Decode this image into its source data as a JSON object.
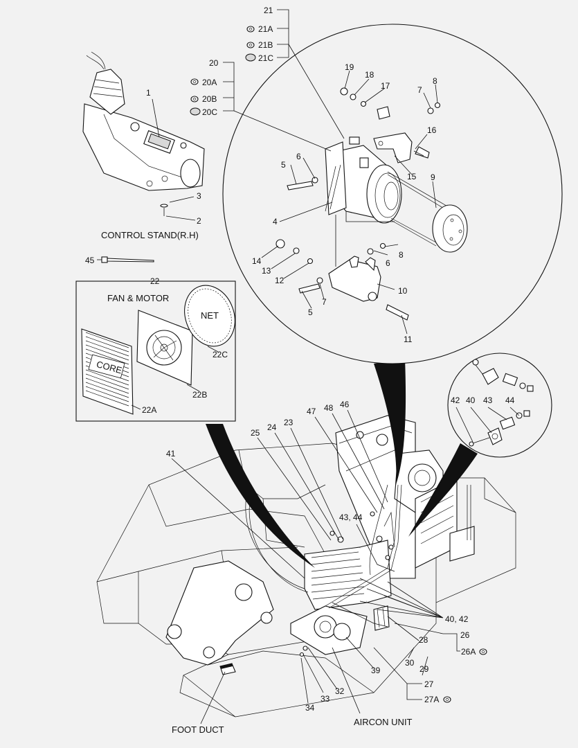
{
  "labels": {
    "p1": "1",
    "p2": "2",
    "p3": "3",
    "p4": "4",
    "p5a": "5",
    "p5b": "5",
    "p6a": "6",
    "p6b": "6",
    "p7a": "7",
    "p7b": "7",
    "p8a": "8",
    "p8b": "8",
    "p9": "9",
    "p10": "10",
    "p11": "11",
    "p12": "12",
    "p13": "13",
    "p14": "14",
    "p15": "15",
    "p16": "16",
    "p17": "17",
    "p18": "18",
    "p19": "19",
    "p20": "20",
    "p20a": "20A",
    "p20b": "20B",
    "p20c": "20C",
    "p21": "21",
    "p21a": "21A",
    "p21b": "21B",
    "p21c": "21C",
    "p22": "22",
    "p22a": "22A",
    "p22b": "22B",
    "p22c": "22C",
    "p23": "23",
    "p24": "24",
    "p25": "25",
    "p26": "26",
    "p26a": "26A",
    "p27": "27",
    "p27a": "27A",
    "p28": "28",
    "p29": "29",
    "p30": "30",
    "p32": "32",
    "p33": "33",
    "p34": "34",
    "p39": "39",
    "p40": "40",
    "p41": "41",
    "p42": "42",
    "p43": "43",
    "p44": "44",
    "p4042": "40, 42",
    "p4344": "43, 44",
    "p45": "45",
    "p46": "46",
    "p47": "47",
    "p48": "48"
  },
  "captions": {
    "control_stand": "CONTROL STAND(R.H)",
    "fan_motor": "FAN & MOTOR",
    "aircon_unit": "AIRCON UNIT",
    "foot_duct": "FOOT DUCT",
    "core": "CORE",
    "net": "NET"
  }
}
